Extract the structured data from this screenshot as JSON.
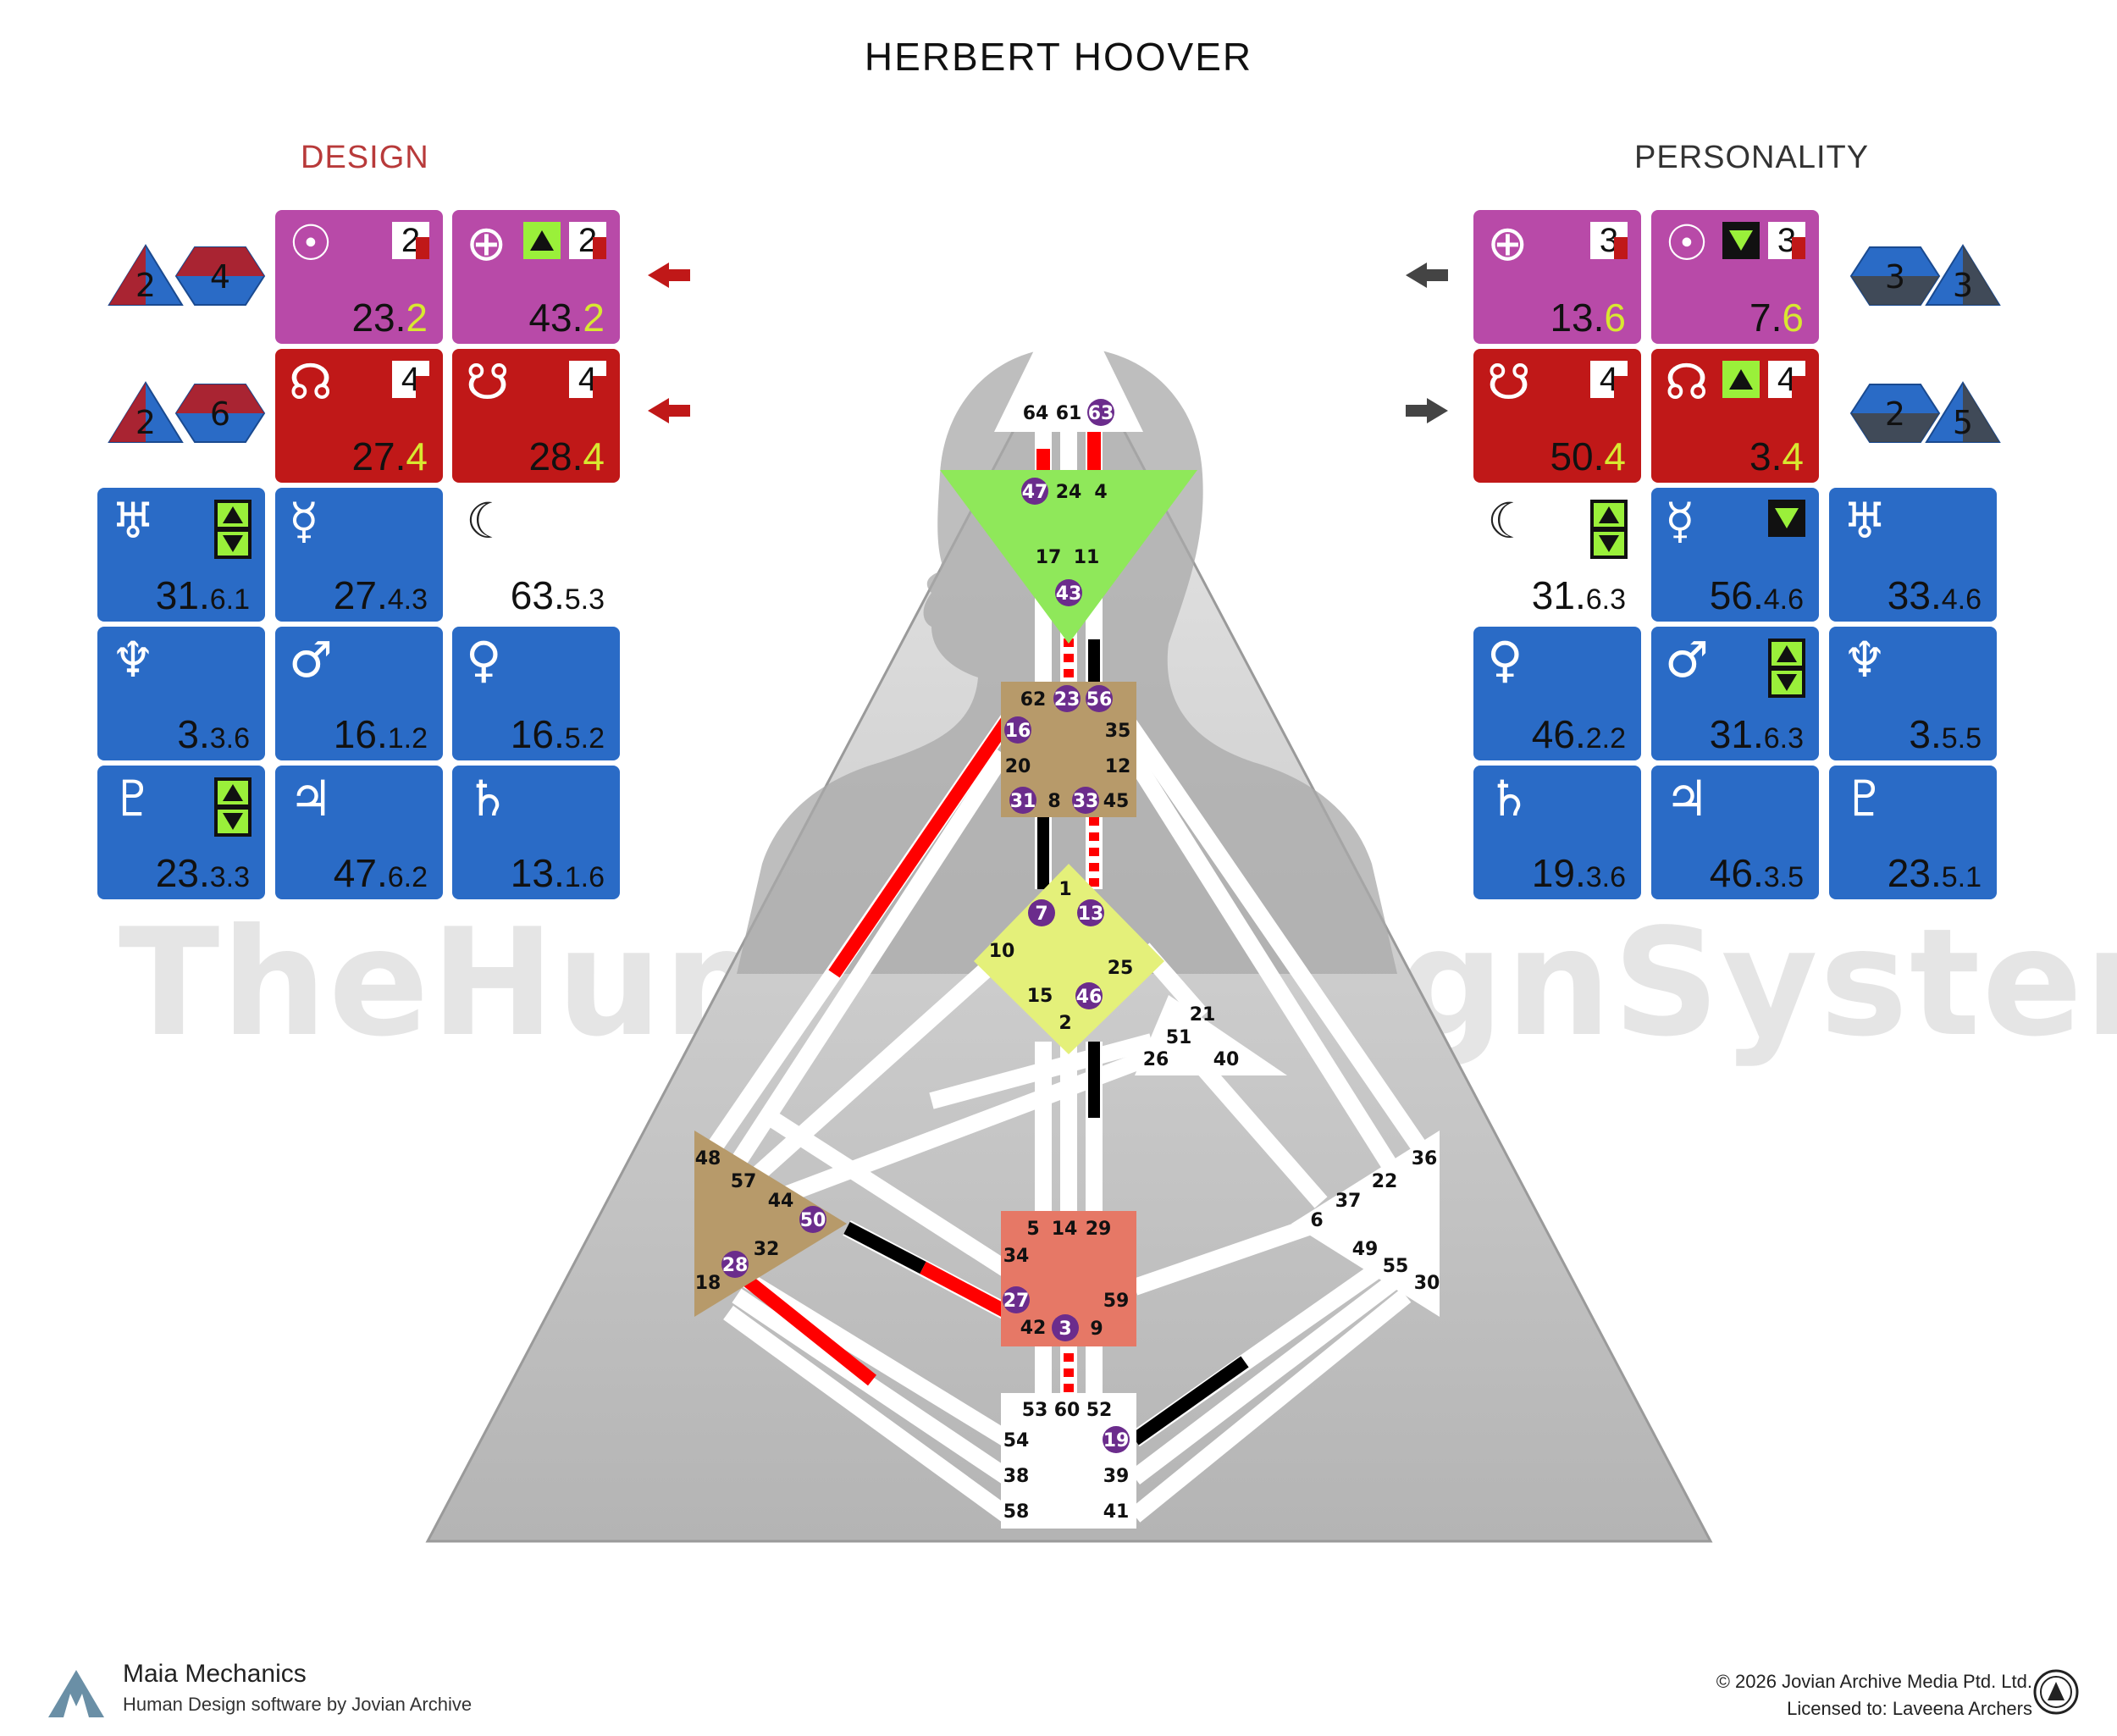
{
  "title": "HERBERT HOOVER",
  "design": {
    "heading": "DESIGN",
    "tiles": [
      {
        "symbol": "☉",
        "value": "23.",
        "line": "2",
        "box": "2",
        "color": "magenta"
      },
      {
        "symbol": "⊕",
        "value": "43.",
        "line": "2",
        "box": "2",
        "color": "magenta"
      },
      {
        "symbol": "☊",
        "value": "27.",
        "line": "4",
        "box": "4",
        "color": "red"
      },
      {
        "symbol": "☋",
        "value": "28.",
        "line": "4",
        "box": "4",
        "color": "red"
      },
      {
        "symbol": "♅",
        "value": "31.",
        "line": "6.1",
        "color": "blue"
      },
      {
        "symbol": "☿",
        "value": "27.",
        "line": "4.3",
        "color": "blue"
      },
      {
        "symbol": "☾",
        "value": "63.",
        "line": "5.3",
        "color": "plain"
      },
      {
        "symbol": "♆",
        "value": "3.",
        "line": "3.6",
        "color": "blue"
      },
      {
        "symbol": "♂",
        "value": "16.",
        "line": "1.2",
        "color": "blue"
      },
      {
        "symbol": "♀",
        "value": "16.",
        "line": "5.2",
        "color": "blue"
      },
      {
        "symbol": "♇",
        "value": "23.",
        "line": "3.3",
        "color": "blue"
      },
      {
        "symbol": "♃",
        "value": "47.",
        "line": "6.2",
        "color": "blue"
      },
      {
        "symbol": "♄",
        "value": "13.",
        "line": "1.6",
        "color": "blue"
      }
    ],
    "variable_shapes": [
      "2",
      "4",
      "2",
      "6"
    ]
  },
  "personality": {
    "heading": "PERSONALITY",
    "tiles": [
      {
        "symbol": "⊕",
        "value": "13.",
        "line": "6",
        "box": "3",
        "color": "magenta"
      },
      {
        "symbol": "☉",
        "value": "7.",
        "line": "6",
        "box": "3",
        "color": "magenta"
      },
      {
        "symbol": "☋",
        "value": "50.",
        "line": "4",
        "box": "4",
        "color": "red"
      },
      {
        "symbol": "☊",
        "value": "3.",
        "line": "4",
        "box": "4",
        "color": "red"
      },
      {
        "symbol": "☾",
        "value": "31.",
        "line": "6.3",
        "color": "plain"
      },
      {
        "symbol": "☿",
        "value": "56.",
        "line": "4.6",
        "color": "blue"
      },
      {
        "symbol": "♅",
        "value": "33.",
        "line": "4.6",
        "color": "blue"
      },
      {
        "symbol": "♀",
        "value": "46.",
        "line": "2.2",
        "color": "blue"
      },
      {
        "symbol": "♂",
        "value": "31.",
        "line": "6.3",
        "color": "blue"
      },
      {
        "symbol": "♆",
        "value": "3.",
        "line": "5.5",
        "color": "blue"
      },
      {
        "symbol": "♄",
        "value": "19.",
        "line": "3.6",
        "color": "blue"
      },
      {
        "symbol": "♃",
        "value": "46.",
        "line": "3.5",
        "color": "blue"
      },
      {
        "symbol": "♇",
        "value": "23.",
        "line": "5.1",
        "color": "blue"
      }
    ],
    "variable_shapes": [
      "3",
      "3",
      "2",
      "5"
    ]
  },
  "watermark": "TheHumanDesignSystem.com",
  "footer": {
    "brand": "Maia Mechanics",
    "sub": "Human Design software by Jovian Archive",
    "copyright": "© 2026 Jovian Archive Media Ptd. Ltd.",
    "license": "Licensed to: Laveena Archers"
  },
  "gates": {
    "head": [
      "64",
      "61",
      "63"
    ],
    "ajna": [
      "47",
      "24",
      "4",
      "17",
      "11",
      "43"
    ],
    "throat": [
      "62",
      "23",
      "56",
      "16",
      "35",
      "20",
      "12",
      "31",
      "8",
      "33",
      "45"
    ],
    "g": [
      "1",
      "7",
      "13",
      "10",
      "25",
      "15",
      "46",
      "2"
    ],
    "heart": [
      "21",
      "51",
      "26",
      "40"
    ],
    "spleen": [
      "48",
      "57",
      "44",
      "50",
      "32",
      "28",
      "18"
    ],
    "sacral": [
      "5",
      "14",
      "29",
      "34",
      "27",
      "59",
      "42",
      "3",
      "9"
    ],
    "solar": [
      "36",
      "22",
      "37",
      "6",
      "49",
      "55",
      "30"
    ],
    "root": [
      "53",
      "60",
      "52",
      "54",
      "19",
      "38",
      "39",
      "58",
      "41"
    ]
  },
  "colors": {
    "head": "#ffffff",
    "ajna": "#8fe85a",
    "throat": "#b79a6a",
    "g": "#e4f07a",
    "spleen": "#b79a6a",
    "sacral": "#e67866",
    "root": "#ffffff",
    "design_red": "#ff0000",
    "personality_black": "#000000",
    "activated_gate": "#6b2c8c"
  }
}
